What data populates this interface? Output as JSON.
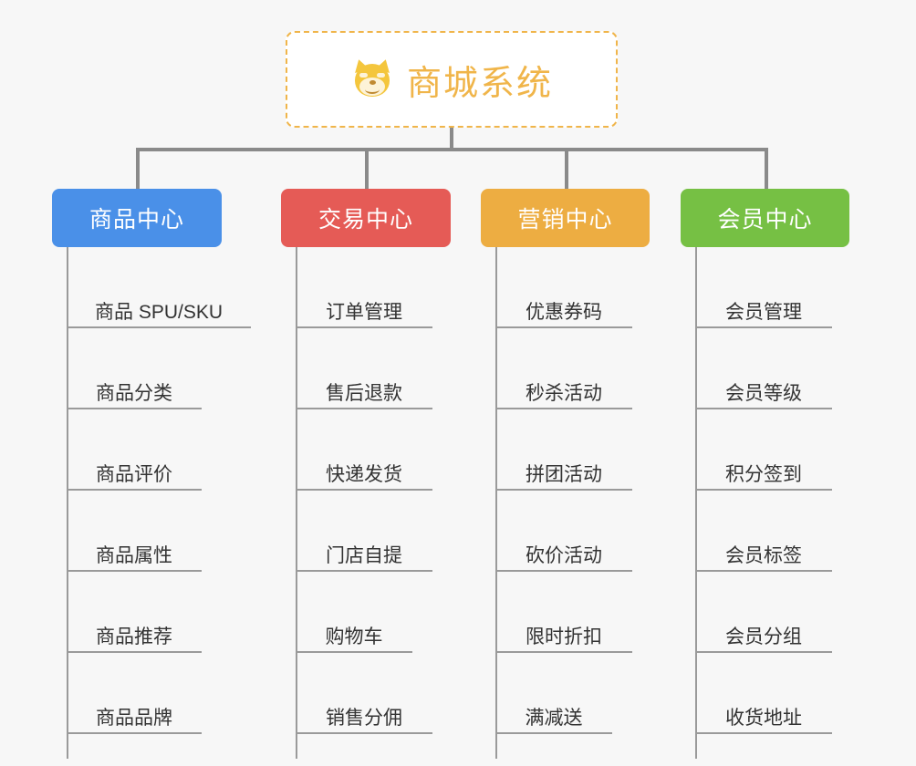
{
  "root": {
    "title": "商城系统",
    "icon": "shiba-dog-face-emoji",
    "emoji": "🐶",
    "border_color": "#f0b54a",
    "text_color": "#f0b54a"
  },
  "columns": [
    {
      "label": "商品中心",
      "color": "#4a90e8",
      "items": [
        "商品 SPU/SKU",
        "商品分类",
        "商品评价",
        "商品属性",
        "商品推荐",
        "商品品牌"
      ]
    },
    {
      "label": "交易中心",
      "color": "#e55b56",
      "items": [
        "订单管理",
        "售后退款",
        "快递发货",
        "门店自提",
        "购物车",
        "销售分佣"
      ]
    },
    {
      "label": "营销中心",
      "color": "#edad42",
      "items": [
        "优惠券码",
        "秒杀活动",
        "拼团活动",
        "砍价活动",
        "限时折扣",
        "满减送"
      ]
    },
    {
      "label": "会员中心",
      "color": "#76c044",
      "items": [
        "会员管理",
        "会员等级",
        "积分签到",
        "会员标签",
        "会员分组",
        "收货地址"
      ]
    }
  ],
  "connectors": {
    "line_color": "#8a8a8a",
    "spine_color": "#9a9a9a"
  }
}
